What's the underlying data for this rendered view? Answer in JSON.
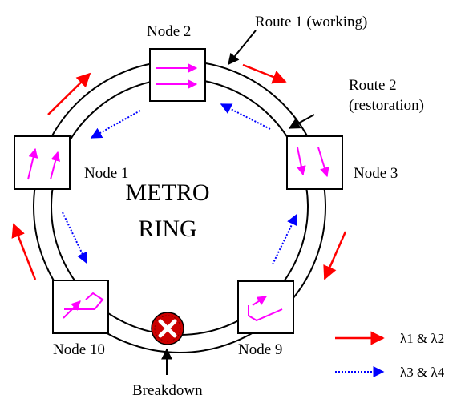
{
  "nodes": {
    "node1": "Node 1",
    "node2": "Node 2",
    "node3": "Node 3",
    "node9": "Node 9",
    "node10": "Node 10"
  },
  "center_label": {
    "line1": "METRO",
    "line2": "RING"
  },
  "callouts": {
    "route1": "Route 1 (working)",
    "route2_line1": "Route 2",
    "route2_line2": "(restoration)",
    "breakdown": "Breakdown"
  },
  "legend": {
    "working": "λ1 & λ2",
    "restoration": "λ3 & λ4"
  },
  "colors": {
    "working_arrow": "#ff0000",
    "restoration_arrow": "#0000ff",
    "node_arrows": "#ff00ff",
    "breakdown_fill": "#cc0000"
  }
}
